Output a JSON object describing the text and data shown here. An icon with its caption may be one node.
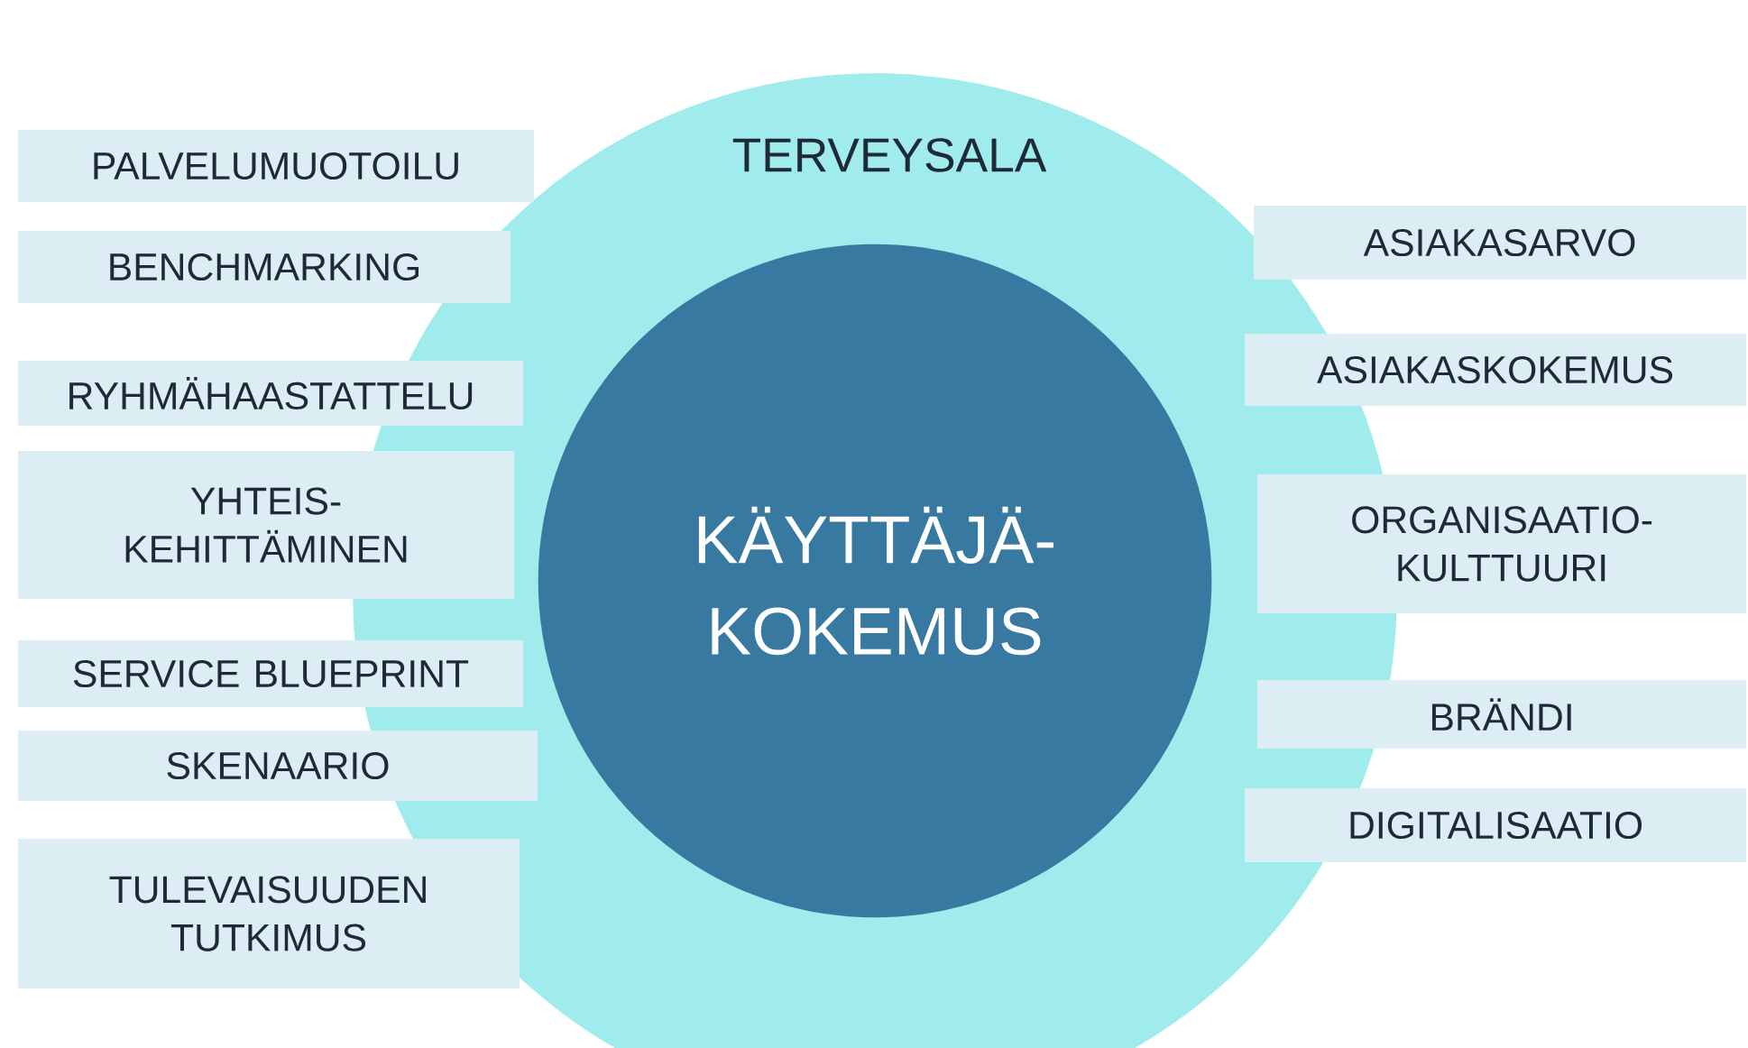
{
  "diagram": {
    "nodes": [
      {
        "text": [
          "TERVEYSALA"
        ]
      },
      {
        "text": [
          "KÄYTTÄJÄ- KOKEMUS"
        ],
        "in": 0
      },
      {
        "text": [
          "PALVELUMUOTOILU"
        ]
      },
      {
        "text": [
          "BENCHMARKING"
        ]
      },
      {
        "text": [
          "RYHMÄHAASTATTELU"
        ]
      },
      {
        "text": [
          "YHTEIS- KEHITTÄMINEN"
        ]
      },
      {
        "text": [
          "SERVICE BLUEPRINT"
        ]
      },
      {
        "text": [
          "SKENAARIO"
        ]
      },
      {
        "text": [
          "TULEVAISUUDEN TUTKIMUS"
        ]
      },
      {
        "text": [
          "ASIAKASARVO"
        ]
      },
      {
        "text": [
          "ASIAKASKOKEMUS"
        ]
      },
      {
        "text": [
          "ORGANISAATIO- KULTTUURI"
        ]
      },
      {
        "text": [
          "BRÄNDI"
        ]
      },
      {
        "text": [
          "DIGITALISAATIO"
        ]
      }
    ]
  }
}
